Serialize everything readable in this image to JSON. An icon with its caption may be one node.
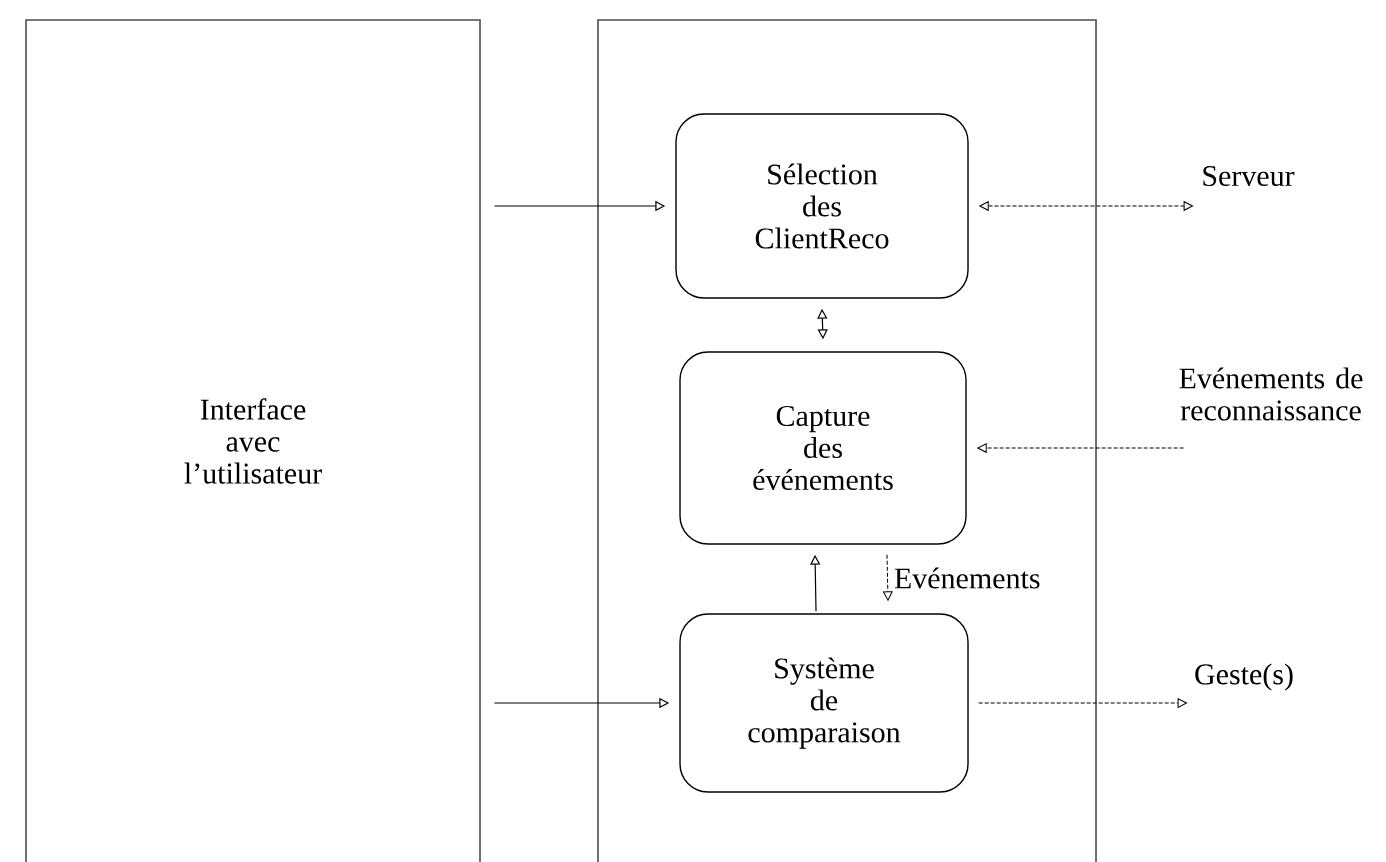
{
  "diagram": {
    "nodes": [
      {
        "text": [
          "Interface avec l’utilisateur"
        ]
      },
      {
        "text": [],
        "shape": "box"
      },
      {
        "text": [
          "Sélection des ClientReco"
        ],
        "in": 1
      },
      {
        "text": [
          "Capture des événements"
        ],
        "in": 1
      },
      {
        "text": [
          "Système de comparaison"
        ],
        "in": 1
      },
      {
        "text": [
          "Serveur"
        ]
      },
      {
        "text": [
          "Evénements de reconnaissance"
        ]
      },
      {
        "text": [
          "Geste(s)"
        ]
      }
    ],
    "edges": [
      {
        "from": 0,
        "to": 2,
        "arrow": "to"
      },
      {
        "from": 0,
        "to": 4,
        "arrow": "to"
      },
      {
        "from": 2,
        "to": 5,
        "arrow": "both",
        "style": "dashed"
      },
      {
        "from": 6,
        "to": 3,
        "arrow": "to",
        "style": "dashed"
      },
      {
        "from": 2,
        "to": 3,
        "arrow": "both"
      },
      {
        "from": 4,
        "to": 3,
        "arrow": "to"
      },
      {
        "from": 3,
        "to": 4,
        "arrow": "to",
        "style": "dashed",
        "label": "Evénements"
      },
      {
        "from": 4,
        "to": 7,
        "arrow": "to",
        "style": "dashed"
      }
    ]
  }
}
